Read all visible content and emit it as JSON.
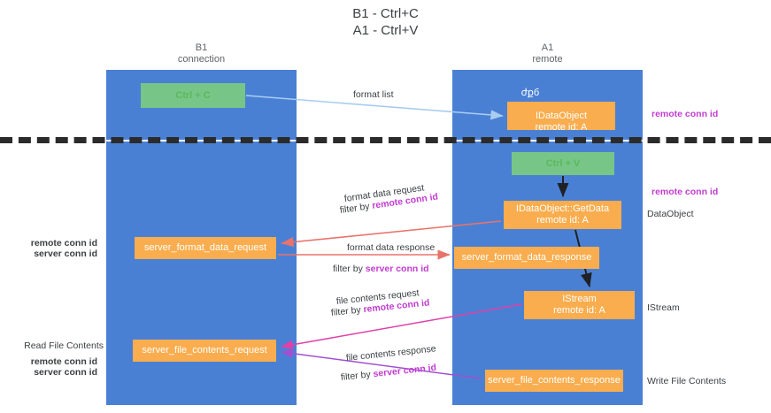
{
  "title": "B1 - Ctrl+C\nA1 - Ctrl+V",
  "columns": {
    "left": "B1\nconnection",
    "right": "A1\nremote"
  },
  "nodes": {
    "ctrl_c": "Ctrl + C",
    "idataobject": "IDataObject\nremote id: A",
    "idataobject_artifact": "ժքб",
    "ctrl_v": "Ctrl + V",
    "getdata": "IDataObject::GetData\nremote id: A",
    "server_format_data_request": "server_format_data_request",
    "server_format_data_response": "server_format_data_response",
    "istream": "IStream\nremote id: A",
    "server_file_contents_request": "server_file_contents_request",
    "server_file_contents_response": "server_file_contents_response"
  },
  "edge_labels": {
    "format_list": "format list",
    "format_data_request": "format data request",
    "format_data_request_filter_prefix": "filter by ",
    "format_data_request_filter_value": "remote conn id",
    "format_data_response": "format data response",
    "format_data_response_filter_prefix": "filter by ",
    "format_data_response_filter_value": "server conn id",
    "file_contents_request": "file contents request",
    "file_contents_request_filter_prefix": "filter by ",
    "file_contents_request_filter_value": "remote conn id",
    "file_contents_response": "file contents response",
    "file_contents_response_filter_prefix": "filter by ",
    "file_contents_response_filter_value": "server conn id"
  },
  "right_labels": {
    "remote_conn_id_top": "remote conn id",
    "remote_conn_id_mid": "remote conn id",
    "dataobject": "DataObject",
    "istream": "IStream",
    "write_file_contents": "Write File Contents"
  },
  "left_labels": {
    "remote_conn_id": "remote conn id",
    "server_conn_id": "server conn id",
    "read_file_contents": "Read File Contents",
    "remote_conn_id_2": "remote conn id",
    "server_conn_id_2": "server conn id"
  },
  "colors": {
    "lane": "#4a80d4",
    "green_node": "#77c687",
    "orange_node": "#f9ad4e",
    "purple_accent": "#c13cd0",
    "green_accent": "#5cb85c",
    "arrow_light_blue": "#a8cdf0",
    "arrow_red": "#e8736a",
    "arrow_pink": "#e040a8",
    "arrow_violet": "#a050d0",
    "arrow_black": "#202124",
    "divider": "#2b2b2b"
  }
}
